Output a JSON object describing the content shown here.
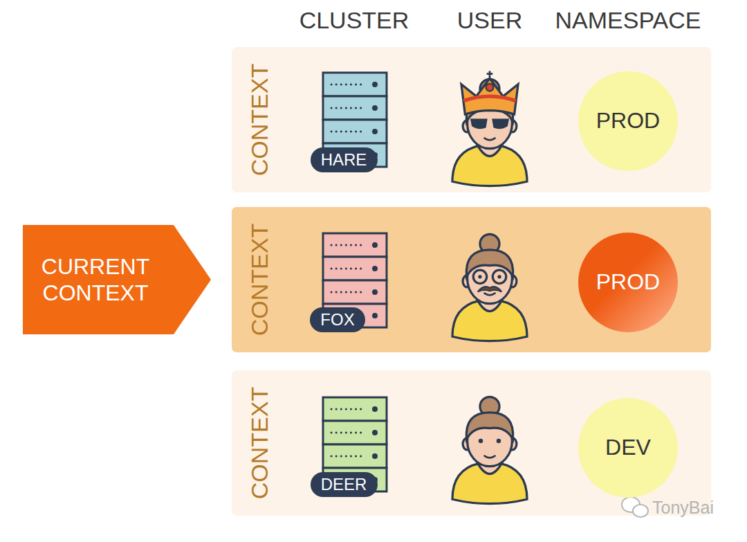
{
  "diagram": {
    "nodes": [
      {
        "text": [
          "CONTEXT"
        ]
      },
      {
        "text": [
          "HARE"
        ],
        "in": 0
      },
      {
        "text": [
          "PROD"
        ],
        "in": 0
      },
      {
        "text": [
          "CURRENT CONTEXT"
        ]
      },
      {
        "text": [
          "CONTEXT"
        ]
      },
      {
        "text": [
          "FOX"
        ],
        "in": 4
      },
      {
        "text": [
          "PROD"
        ],
        "in": 4
      },
      {
        "text": [
          "CONTEXT"
        ]
      },
      {
        "text": [
          "DEER"
        ],
        "in": 7
      },
      {
        "text": [
          "DEV"
        ],
        "in": 7
      }
    ],
    "labels": [
      "CLUSTER",
      "USER",
      "NAMESPACE",
      "TonyBai"
    ]
  }
}
